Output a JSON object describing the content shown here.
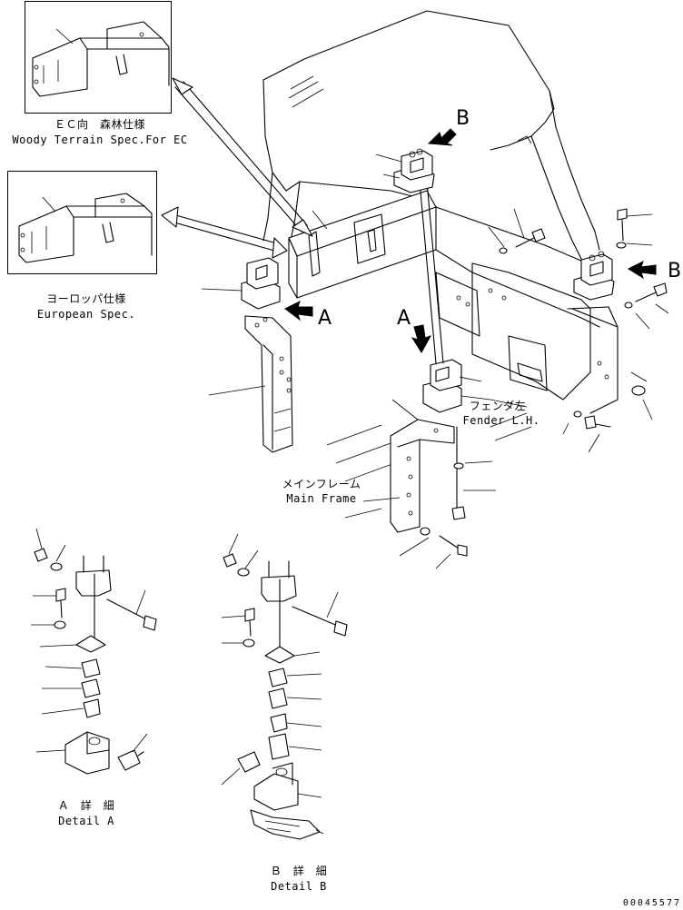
{
  "insets": {
    "ec": {
      "jp": "ＥＣ向　森林仕様",
      "en": "Woody Terrain Spec.For EC"
    },
    "eu": {
      "jp": "ヨーロッパ仕様",
      "en": "European Spec."
    }
  },
  "callouts": {
    "b_top": "B",
    "b_right": "B",
    "a_left": "A",
    "a_center": "A"
  },
  "labels": {
    "fender": {
      "jp": "フェンダ左",
      "en": "Fender L.H."
    },
    "main_frame": {
      "jp": "メインフレーム",
      "en": "Main Frame"
    }
  },
  "details": {
    "a": {
      "jp": "Ａ　詳　細",
      "en": "Detail A"
    },
    "b": {
      "jp": "Ｂ　詳　細",
      "en": "Detail B"
    }
  },
  "drawing_number": "00045577"
}
